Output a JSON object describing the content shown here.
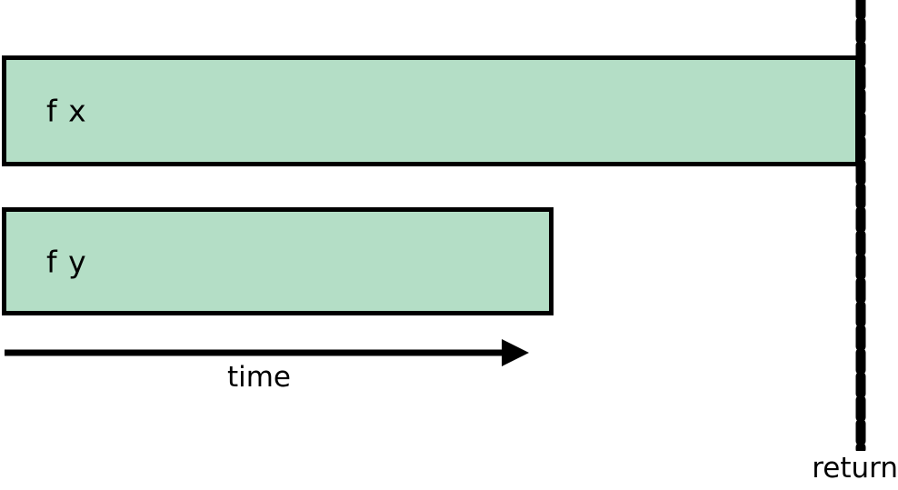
{
  "diagram": {
    "type": "timeline-gantt",
    "title": "",
    "background_color": "#ffffff",
    "bar_fill_color": "#b4dec6",
    "stroke_color": "#000000",
    "bars": [
      {
        "label": "f x",
        "name": "fx",
        "start": 0,
        "end": 100,
        "note": "runs until return marker"
      },
      {
        "label": "f y",
        "name": "fy",
        "start": 0,
        "end": 64,
        "note": "completes before return marker"
      }
    ],
    "axis": {
      "label": "time",
      "direction": "left-to-right",
      "arrow": "right"
    },
    "marker": {
      "label": "return",
      "style": "dashed-vertical-line"
    }
  }
}
